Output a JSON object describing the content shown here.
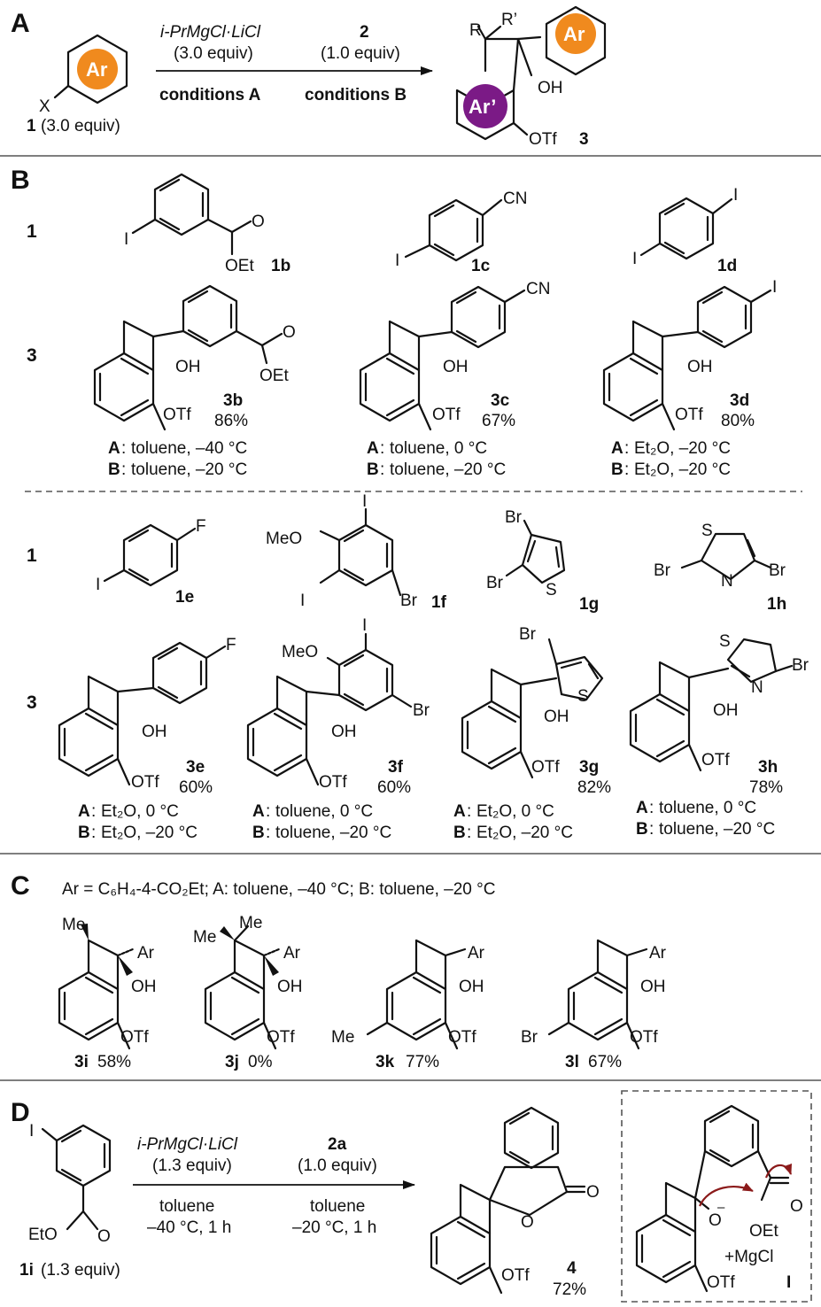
{
  "panels": {
    "a": "A",
    "b": "B",
    "c": "C",
    "d": "D"
  },
  "colors": {
    "ar_circle": "#f08a1e",
    "arprime_circle": "#7b1a86",
    "mech_arrow": "#8b1a1a"
  },
  "panelA": {
    "sm_label": "1",
    "sm_equiv": "(3.0 equiv)",
    "sm_x": "X",
    "sm_ar": "Ar",
    "reagent1": "i-PrMgCl·LiCl",
    "reagent1_equiv": "(3.0 equiv)",
    "conditions_a": "conditions A",
    "reagent2": "2",
    "reagent2_equiv": "(1.0 equiv)",
    "conditions_b": "conditions B",
    "prod_r": "R",
    "prod_rp": "R’",
    "prod_ar": "Ar",
    "prod_arp": "Ar’",
    "prod_oh": "OH",
    "prod_otf": "OTf",
    "prod_label": "3"
  },
  "panelB": {
    "row1": "1",
    "row3": "3",
    "top": [
      {
        "sm": "1b",
        "sub1": "O",
        "sub2": "OEt",
        "prod": "3b",
        "yield": "86%",
        "ca": "toluene, –40 °C",
        "cb": "toluene, –20 °C"
      },
      {
        "sm": "1c",
        "sub1": "CN",
        "prod": "3c",
        "yield": "67%",
        "ca": "toluene, 0 °C",
        "cb": "toluene, –20 °C"
      },
      {
        "sm": "1d",
        "sub1": "I",
        "prod": "3d",
        "yield": "80%",
        "ca": "Et₂O, –20 °C",
        "cb": "Et₂O, –20 °C"
      }
    ],
    "bottom": [
      {
        "sm": "1e",
        "sub1": "F",
        "prod": "3e",
        "yield": "60%",
        "ca": "Et₂O, 0 °C",
        "cb": "Et₂O, –20 °C"
      },
      {
        "sm": "1f",
        "sub1": "MeO",
        "sub2": "Br",
        "prod": "3f",
        "yield": "60%",
        "ca": "toluene, 0 °C",
        "cb": "toluene, –20 °C"
      },
      {
        "sm": "1g",
        "sub1": "Br",
        "sub2": "S",
        "prod": "3g",
        "yield": "82%",
        "ca": "Et₂O, 0 °C",
        "cb": "Et₂O, –20 °C"
      },
      {
        "sm": "1h",
        "sub1": "S",
        "sub2": "N",
        "sub3": "Br",
        "prod": "3h",
        "yield": "78%",
        "ca": "toluene, 0 °C",
        "cb": "toluene, –20 °C"
      }
    ],
    "atom_i": "I",
    "atom_oh": "OH",
    "atom_otf": "OTf",
    "tag_a": "A",
    "tag_b": "B"
  },
  "panelC": {
    "header": "Ar = C₆H₄-4-CO₂Et; A: toluene, –40 °C; B: toluene, –20 °C",
    "compounds": [
      {
        "label": "3i",
        "yield": "58%",
        "sub": "Me"
      },
      {
        "label": "3j",
        "yield": "0%",
        "sub": "Me"
      },
      {
        "label": "3k",
        "yield": "77%",
        "sub": "Me"
      },
      {
        "label": "3l",
        "yield": "67%",
        "sub": "Br"
      }
    ],
    "ar": "Ar",
    "oh": "OH",
    "otf": "OTf"
  },
  "panelD": {
    "sm_label": "1i",
    "sm_equiv": "(1.3 equiv)",
    "sm_i": "I",
    "sm_eto": "EtO",
    "sm_o": "O",
    "reagent1": "i-PrMgCl·LiCl",
    "reagent1_equiv": "(1.3 equiv)",
    "solvent1": "toluene",
    "temp1": "–40 °C, 1 h",
    "reagent2": "2a",
    "reagent2_equiv": "(1.0 equiv)",
    "solvent2": "toluene",
    "temp2": "–20 °C, 1 h",
    "prod_label": "4",
    "prod_yield": "72%",
    "prod_o1": "O",
    "prod_o2": "O",
    "prod_otf": "OTf",
    "int_label": "I",
    "int_o": "O",
    "int_minus": "–",
    "int_o2": "O",
    "int_oet": "OEt",
    "int_mgcl": "+MgCl",
    "int_otf": "OTf"
  }
}
